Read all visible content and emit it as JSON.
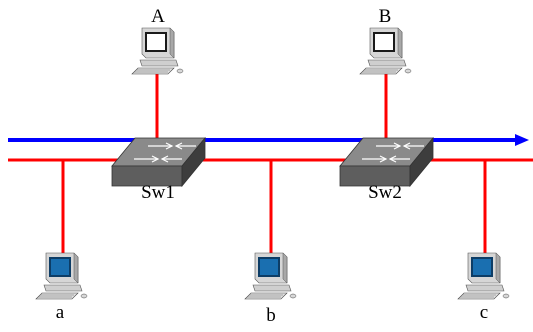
{
  "diagram": {
    "hosts_top": [
      {
        "id": "A",
        "label": "A"
      },
      {
        "id": "B",
        "label": "B"
      }
    ],
    "switches": [
      {
        "id": "sw1",
        "label": "Sw1"
      },
      {
        "id": "sw2",
        "label": "Sw2"
      }
    ],
    "hosts_bottom": [
      {
        "id": "a",
        "label": "a"
      },
      {
        "id": "b",
        "label": "b"
      },
      {
        "id": "c",
        "label": "c"
      }
    ],
    "colors": {
      "link": "#ff0000",
      "flow_arrow": "#0000ff",
      "switch_top": "#8a8a8a",
      "switch_front": "#5e5e5e",
      "switch_side": "#3d3d3d",
      "pc_gray": "#c8c8c8",
      "pc_blue_screen": "#1a6fb0"
    }
  }
}
